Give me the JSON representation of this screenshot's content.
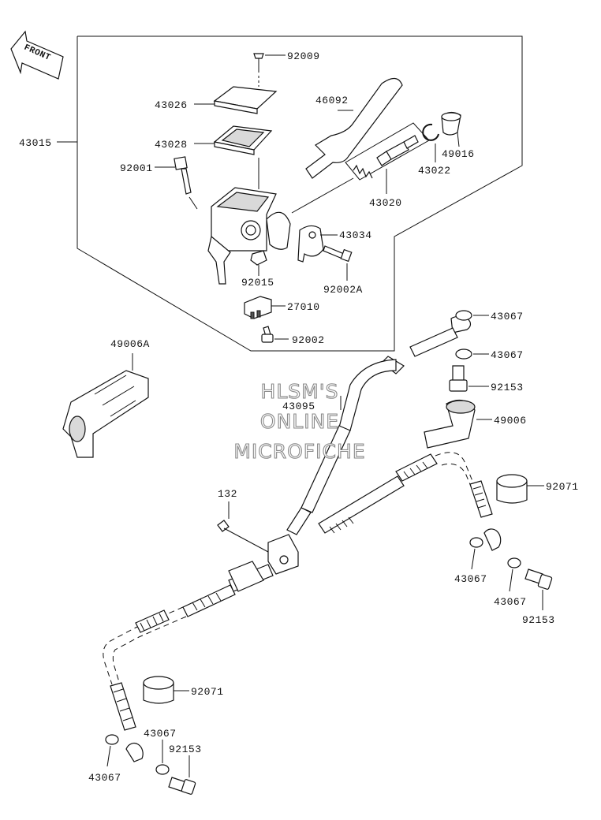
{
  "front_arrow": "FRONT",
  "watermark": [
    "HLSM'S",
    "ONLINE",
    "MICROFICHE"
  ],
  "parts": {
    "p92009": "92009",
    "p43026": "43026",
    "p46092": "46092",
    "p43015": "43015",
    "p43028": "43028",
    "p49016": "49016",
    "p43022": "43022",
    "p92001": "92001",
    "p43020": "43020",
    "p43034": "43034",
    "p92015": "92015",
    "p92002A": "92002A",
    "p27010": "27010",
    "p92002": "92002",
    "p49006A": "49006A",
    "p43067_a": "43067",
    "p43067_b": "43067",
    "p92153_a": "92153",
    "p43095": "43095",
    "p49006": "49006",
    "p92071_a": "92071",
    "p132": "132",
    "p43067_c": "43067",
    "p43067_d": "43067",
    "p92153_b": "92153",
    "p92071_b": "92071",
    "p43067_e": "43067",
    "p92153_c": "92153",
    "p43067_f": "43067"
  }
}
